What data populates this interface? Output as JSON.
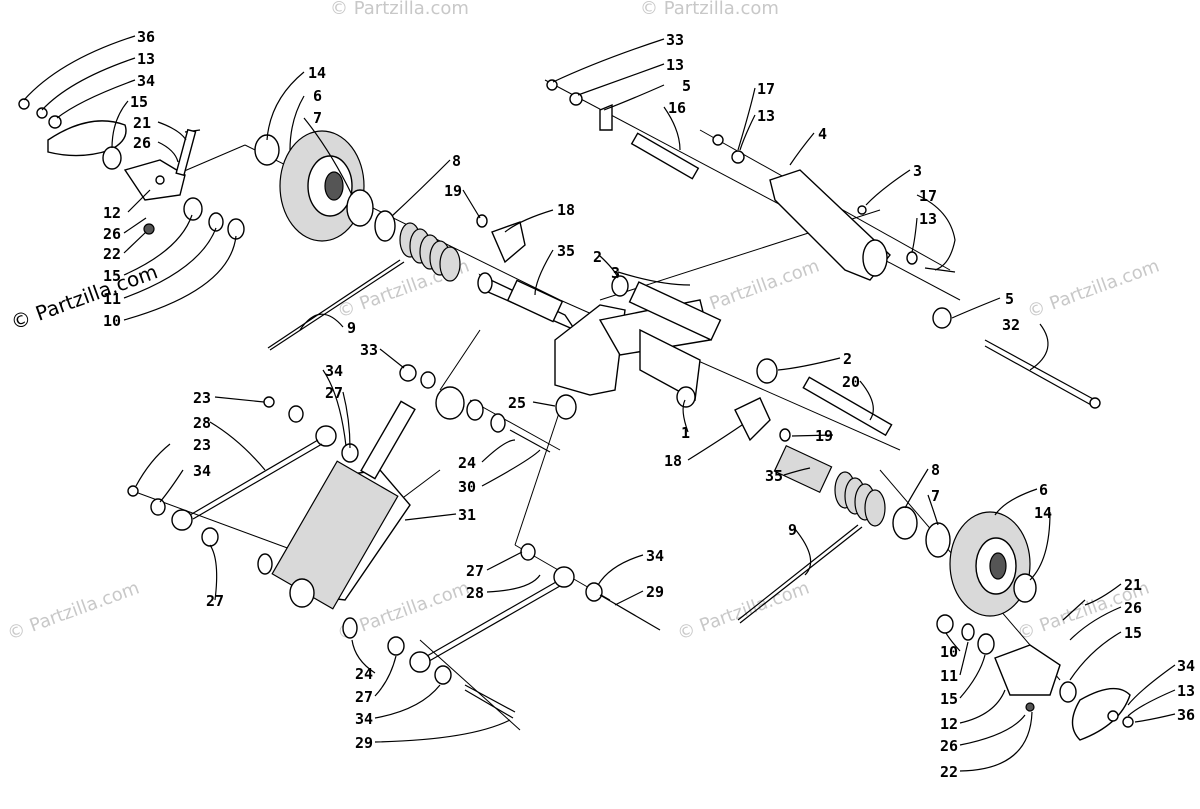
{
  "copyright_mark": "© Partzilla.com",
  "watermark": "© Partzilla.com",
  "callouts": [
    {
      "id": "c1",
      "text": "36"
    },
    {
      "id": "c2",
      "text": "13"
    },
    {
      "id": "c3",
      "text": "34"
    },
    {
      "id": "c4",
      "text": "15"
    },
    {
      "id": "c5",
      "text": "21"
    },
    {
      "id": "c6",
      "text": "26"
    },
    {
      "id": "c7",
      "text": "12"
    },
    {
      "id": "c8",
      "text": "26"
    },
    {
      "id": "c9",
      "text": "22"
    },
    {
      "id": "c10",
      "text": "15"
    },
    {
      "id": "c11",
      "text": "11"
    },
    {
      "id": "c12",
      "text": "10"
    },
    {
      "id": "c13",
      "text": "14"
    },
    {
      "id": "c14",
      "text": "6"
    },
    {
      "id": "c15",
      "text": "7"
    },
    {
      "id": "c16",
      "text": "8"
    },
    {
      "id": "c17",
      "text": "19"
    },
    {
      "id": "c18",
      "text": "9"
    },
    {
      "id": "c19",
      "text": "33"
    },
    {
      "id": "c20",
      "text": "34"
    },
    {
      "id": "c21",
      "text": "27"
    },
    {
      "id": "c22",
      "text": "23"
    },
    {
      "id": "c23",
      "text": "28"
    },
    {
      "id": "c24",
      "text": "23"
    },
    {
      "id": "c25",
      "text": "34"
    },
    {
      "id": "c26",
      "text": "27"
    },
    {
      "id": "c27",
      "text": "18"
    },
    {
      "id": "c28",
      "text": "35"
    },
    {
      "id": "c29",
      "text": "2"
    },
    {
      "id": "c30",
      "text": "3"
    },
    {
      "id": "c31",
      "text": "25"
    },
    {
      "id": "c32",
      "text": "24"
    },
    {
      "id": "c33",
      "text": "30"
    },
    {
      "id": "c34",
      "text": "31"
    },
    {
      "id": "c35",
      "text": "1"
    },
    {
      "id": "c36",
      "text": "18"
    },
    {
      "id": "c37",
      "text": "33"
    },
    {
      "id": "c38",
      "text": "13"
    },
    {
      "id": "c39",
      "text": "5"
    },
    {
      "id": "c40",
      "text": "16"
    },
    {
      "id": "c41",
      "text": "17"
    },
    {
      "id": "c42",
      "text": "13"
    },
    {
      "id": "c43",
      "text": "4"
    },
    {
      "id": "c44",
      "text": "3"
    },
    {
      "id": "c45",
      "text": "17"
    },
    {
      "id": "c46",
      "text": "13"
    },
    {
      "id": "c47",
      "text": "5"
    },
    {
      "id": "c48",
      "text": "32"
    },
    {
      "id": "c49",
      "text": "2"
    },
    {
      "id": "c50",
      "text": "20"
    },
    {
      "id": "c51",
      "text": "19"
    },
    {
      "id": "c52",
      "text": "8"
    },
    {
      "id": "c53",
      "text": "7"
    },
    {
      "id": "c54",
      "text": "6"
    },
    {
      "id": "c55",
      "text": "14"
    },
    {
      "id": "c56",
      "text": "35"
    },
    {
      "id": "c57",
      "text": "9"
    },
    {
      "id": "c58",
      "text": "27"
    },
    {
      "id": "c59",
      "text": "28"
    },
    {
      "id": "c60",
      "text": "34"
    },
    {
      "id": "c61",
      "text": "29"
    },
    {
      "id": "c62",
      "text": "24"
    },
    {
      "id": "c63",
      "text": "27"
    },
    {
      "id": "c64",
      "text": "34"
    },
    {
      "id": "c65",
      "text": "29"
    },
    {
      "id": "c66",
      "text": "21"
    },
    {
      "id": "c67",
      "text": "26"
    },
    {
      "id": "c68",
      "text": "15"
    },
    {
      "id": "c69",
      "text": "10"
    },
    {
      "id": "c70",
      "text": "11"
    },
    {
      "id": "c71",
      "text": "15"
    },
    {
      "id": "c72",
      "text": "12"
    },
    {
      "id": "c73",
      "text": "26"
    },
    {
      "id": "c74",
      "text": "22"
    },
    {
      "id": "c75",
      "text": "34"
    },
    {
      "id": "c76",
      "text": "13"
    },
    {
      "id": "c77",
      "text": "36"
    }
  ]
}
